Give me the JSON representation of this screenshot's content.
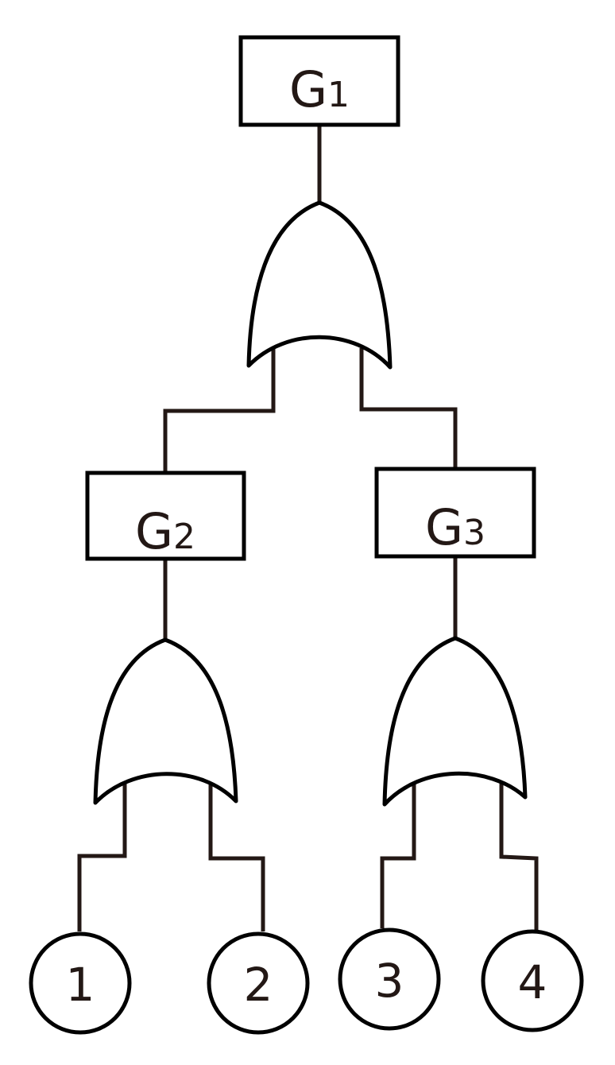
{
  "diagram": {
    "type": "fault-tree",
    "line_color": "#231815",
    "gates": [
      {
        "id": "G1",
        "letter": "G",
        "index": "1",
        "logic": "OR",
        "inputs": [
          "G2",
          "G3"
        ]
      },
      {
        "id": "G2",
        "letter": "G",
        "index": "2",
        "logic": "OR",
        "inputs": [
          "1",
          "2"
        ]
      },
      {
        "id": "G3",
        "letter": "G",
        "index": "3",
        "logic": "OR",
        "inputs": [
          "3",
          "4"
        ]
      }
    ],
    "basic_events": [
      {
        "label": "1"
      },
      {
        "label": "2"
      },
      {
        "label": "3"
      },
      {
        "label": "4"
      }
    ]
  }
}
